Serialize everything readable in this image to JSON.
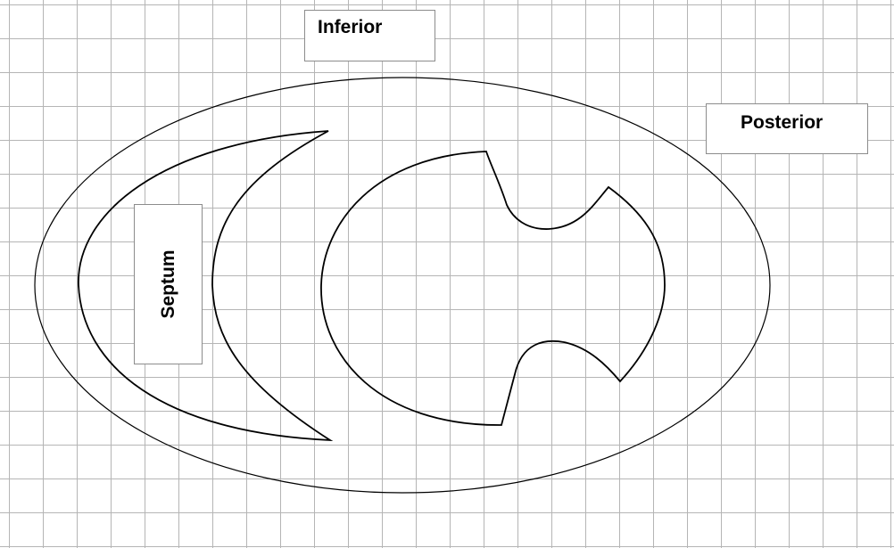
{
  "labels": {
    "inferior": "Inferior",
    "posterior": "Posterior",
    "septum": "Septum"
  },
  "colors": {
    "grid": "#b5b5b5",
    "outline": "#000000",
    "label_border": "#8c8c8c",
    "background": "#ffffff"
  }
}
